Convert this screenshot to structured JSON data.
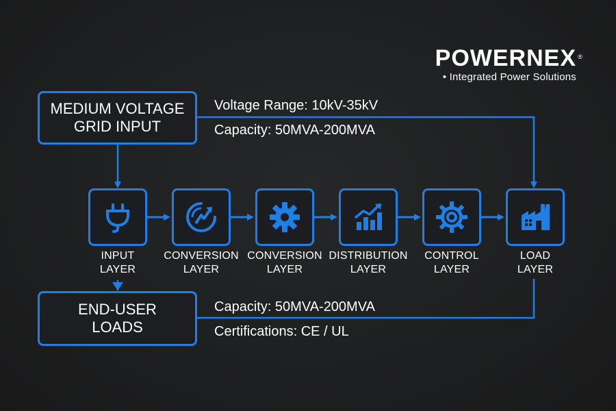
{
  "brand": {
    "name": "POWERNEX",
    "registered": "®",
    "tagline": "• Integrated Power Solutions"
  },
  "grid_input": {
    "line1": "MEDIUM VOLTAGE",
    "line2": "GRID INPUT"
  },
  "end_user": {
    "line1": "END-USER",
    "line2": "LOADS"
  },
  "top_specs": {
    "voltage": "Voltage Range: 10kV-35kV",
    "capacity": "Capacity: 50MVA-200MVA"
  },
  "bottom_specs": {
    "capacity": "Capacity: 50MVA-200MVA",
    "certifications": "Certifications: CE / UL"
  },
  "layers": [
    {
      "line1": "INPUT",
      "line2": "LAYER",
      "icon": "plug-icon"
    },
    {
      "line1": "CONVERSION",
      "line2": "LAYER",
      "icon": "conversion-gauge-icon"
    },
    {
      "line1": "CONVERSION",
      "line2": "LAYER",
      "icon": "gear-icon"
    },
    {
      "line1": "DISTRIBUTION",
      "line2": "LAYER",
      "icon": "bar-chart-icon"
    },
    {
      "line1": "CONTROL",
      "line2": "LAYER",
      "icon": "cog-ring-icon"
    },
    {
      "line1": "LOAD",
      "line2": "LAYER",
      "icon": "factory-icon"
    }
  ],
  "colors": {
    "accent": "#1f7fe6",
    "background": "#1f2021",
    "text": "#ffffff"
  }
}
